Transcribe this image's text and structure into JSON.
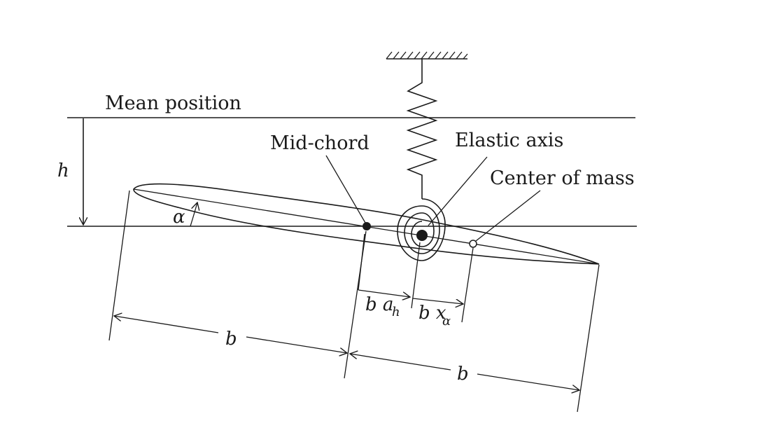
{
  "labels": {
    "mean_position": "Mean position",
    "mid_chord": "Mid-chord",
    "elastic_axis": "Elastic axis",
    "center_of_mass": "Center of mass",
    "h": "h",
    "alpha": "α",
    "b_left": "b",
    "b_right": "b",
    "b_ah_b": "b a",
    "b_ah_sub": "h",
    "b_xa_b": "b x",
    "b_xa_sub": "α"
  }
}
